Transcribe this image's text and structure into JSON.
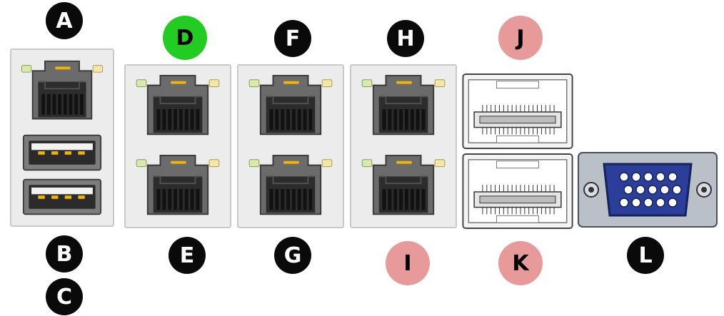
{
  "callouts": {
    "A": "A",
    "B": "B",
    "C": "C",
    "D": "D",
    "E": "E",
    "F": "F",
    "G": "G",
    "H": "H",
    "I": "I",
    "J": "J",
    "K": "K",
    "L": "L"
  },
  "colors": {
    "highlight_green": "#22cc22",
    "highlight_pink": "#e89a9a",
    "badge_default": "#0a0a0a",
    "vga_blue": "#2a3e9a"
  },
  "icons": [
    "rj45-port-icon",
    "usb-port-icon",
    "sfp-cage-icon",
    "vga-port-icon"
  ]
}
